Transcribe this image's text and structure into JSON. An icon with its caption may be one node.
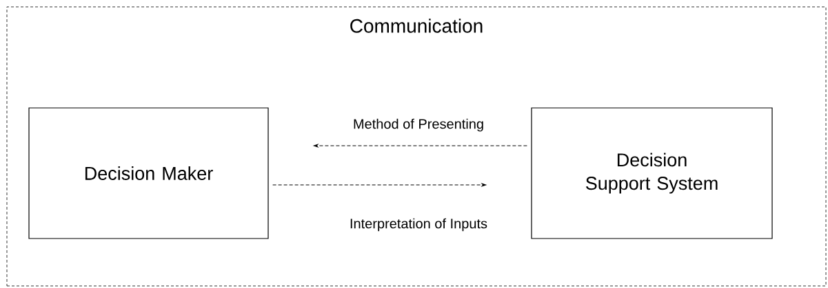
{
  "diagram": {
    "nodes": [
      {
        "text": [
          "Communication"
        ]
      },
      {
        "text": [
          "Decision Maker"
        ],
        "in": 0
      },
      {
        "text": [
          "Decision Support System"
        ],
        "in": 0
      }
    ],
    "edges": [
      {
        "from": 2,
        "to": 1,
        "arrow": "to",
        "style": "dashed",
        "label": "Method of Presenting"
      },
      {
        "from": 1,
        "to": 2,
        "arrow": "to",
        "style": "dashed",
        "label": "Interpretation of Inputs"
      }
    ]
  }
}
